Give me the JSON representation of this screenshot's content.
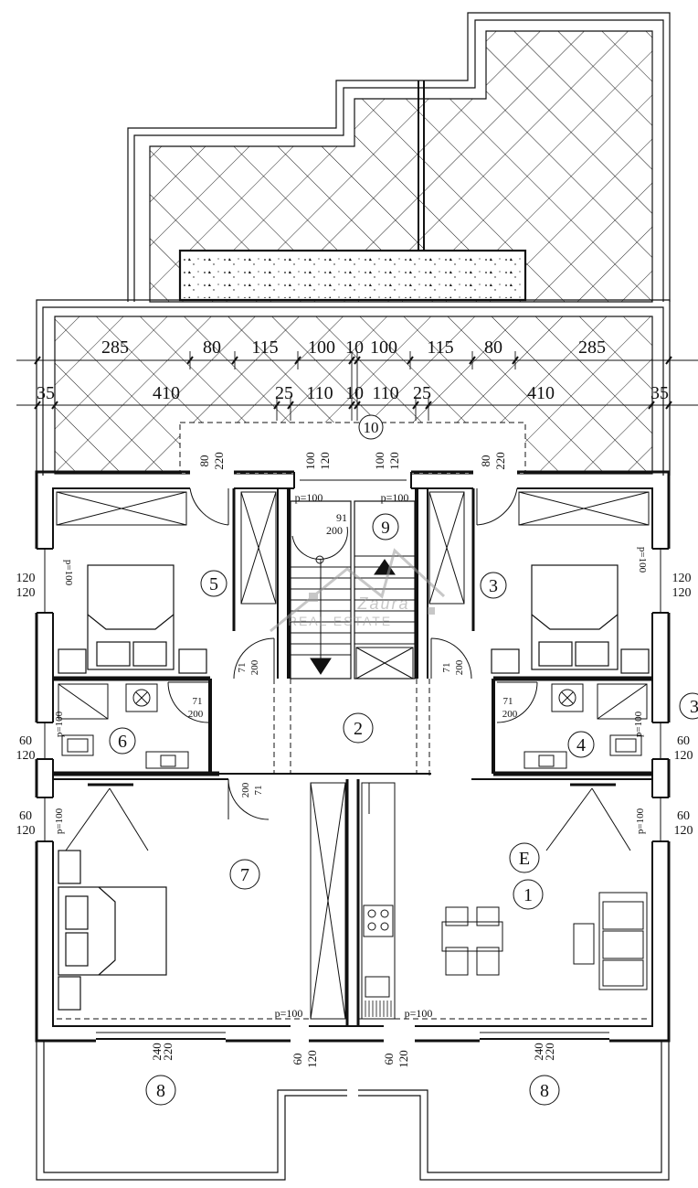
{
  "dimensions": {
    "top_row": [
      "285",
      "80",
      "115",
      "100",
      "10",
      "100",
      "115",
      "80",
      "285"
    ],
    "second_row": [
      "35",
      "410",
      "25",
      "110",
      "10",
      "110",
      "25",
      "410",
      "35"
    ],
    "door_left_upper": [
      "80",
      "220"
    ],
    "stair_left": [
      "100",
      "120"
    ],
    "stair_right": [
      "100",
      "120"
    ],
    "door_right_upper": [
      "80",
      "220"
    ],
    "stair_parapet_left": "p=100",
    "stair_parapet_right": "p=100",
    "stair_step": [
      "91",
      "200"
    ],
    "side_left_room5": [
      "120",
      "120"
    ],
    "side_right_room3": [
      "120",
      "120"
    ],
    "closet_door_left": [
      "71",
      "200"
    ],
    "closet_door_right": [
      "71",
      "200"
    ],
    "bath_door_left": [
      "71",
      "200"
    ],
    "bath_door_right": [
      "71",
      "200"
    ],
    "bath_window_left": [
      "60",
      "120"
    ],
    "bath_window_right": [
      "60",
      "120"
    ],
    "room7_door": [
      "200",
      "71"
    ],
    "room7_window_side": [
      "60",
      "120"
    ],
    "room1_window_side": [
      "60",
      "120"
    ],
    "bottom_door_left": [
      "60",
      "120"
    ],
    "bottom_door_right": [
      "60",
      "120"
    ],
    "bottom_window_left": [
      "240",
      "220"
    ],
    "bottom_window_right": [
      "240",
      "220"
    ],
    "parapet_bottom_left": "p=100",
    "parapet_bottom_right": "p=100",
    "parapet_room5": "p=100",
    "parapet_room3": "p=100",
    "parapet_bath6": "p=100",
    "parapet_bath4": "p=100",
    "parapet_room7": "p=100",
    "parapet_room1": "p=100"
  },
  "rooms": {
    "r1": "1",
    "r2": "2",
    "r3": "3",
    "r3_edge": "3",
    "r4": "4",
    "r5": "5",
    "r6": "6",
    "r7": "7",
    "r8_left": "8",
    "r8_right": "8",
    "r9": "9",
    "r10": "10",
    "rE": "E"
  },
  "watermark": {
    "brand": "Zaura",
    "subtitle": "REAL ESTATE"
  }
}
